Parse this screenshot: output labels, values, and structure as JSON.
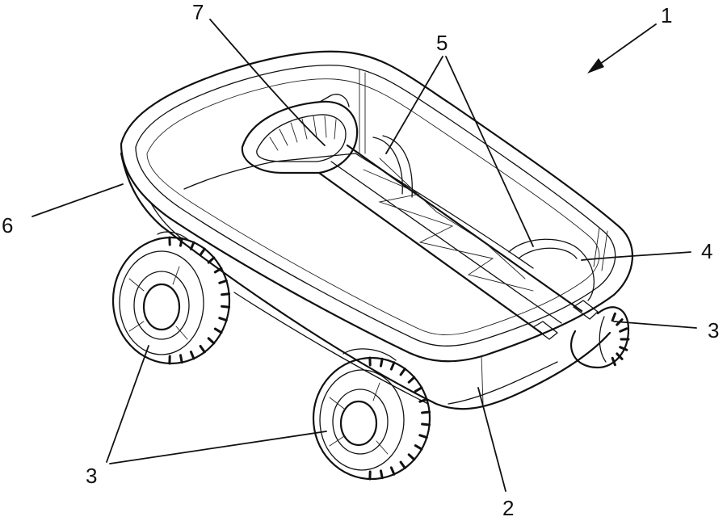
{
  "labels": {
    "one": "1",
    "two": "2",
    "three_right": "3",
    "three_left": "3",
    "four": "4",
    "five": "5",
    "six": "6",
    "seven": "7"
  },
  "colors": {
    "ink": "#111111",
    "paper": "#ffffff"
  }
}
